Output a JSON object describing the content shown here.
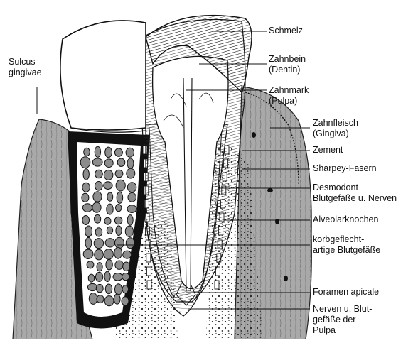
{
  "figure": {
    "left_label": {
      "line1": "Sulcus",
      "line2": "gingivae"
    },
    "labels": [
      {
        "id": "schmelz",
        "lines": [
          "Schmelz"
        ]
      },
      {
        "id": "zahnbein",
        "lines": [
          "Zahnbein",
          "(Dentin)"
        ]
      },
      {
        "id": "zahnmark",
        "lines": [
          "Zahnmark",
          "(Pulpa)"
        ]
      },
      {
        "id": "zahnfleisch",
        "lines": [
          "Zahnfleisch",
          "(Gingiva)"
        ]
      },
      {
        "id": "zement",
        "lines": [
          "Zement"
        ]
      },
      {
        "id": "sharpey",
        "lines": [
          "Sharpey-Fasern"
        ]
      },
      {
        "id": "desmodont",
        "lines": [
          "Desmodont",
          "Blutgefäße u. Nerven"
        ]
      },
      {
        "id": "alveolar",
        "lines": [
          "Alveolarknochen"
        ]
      },
      {
        "id": "korb",
        "lines": [
          "korbgeflecht-",
          "artige Blutgefäße"
        ]
      },
      {
        "id": "foramen",
        "lines": [
          "Foramen apicale"
        ]
      },
      {
        "id": "nerven",
        "lines": [
          "Nerven u. Blut-",
          "gefäße der",
          "Pulpa"
        ]
      }
    ]
  },
  "colors": {
    "ink": "#111111",
    "bone_gray": "#8c8c8c",
    "gum_gray": "#a9a9a9",
    "paper": "#ffffff"
  }
}
